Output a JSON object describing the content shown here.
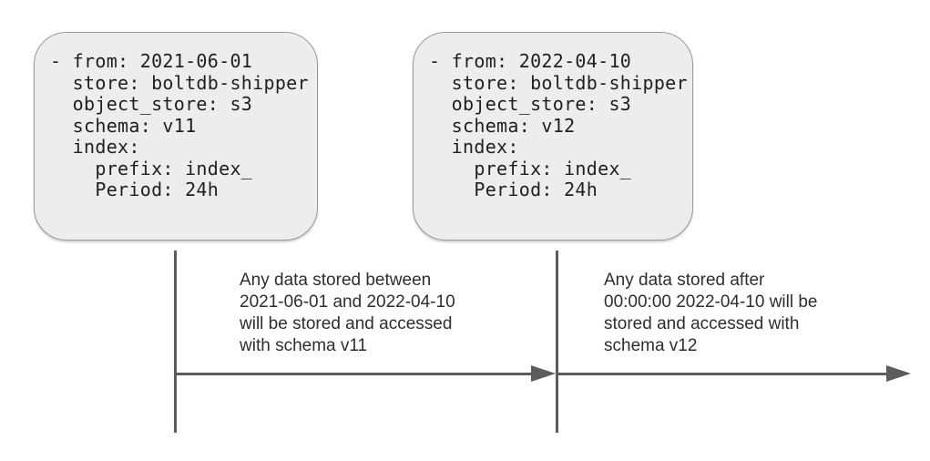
{
  "boxes": [
    {
      "code": "- from: 2021-06-01\n  store: boltdb-shipper\n  object_store: s3\n  schema: v11\n  index:\n    prefix: index_\n    Period: 24h"
    },
    {
      "code": "- from: 2022-04-10\n  store: boltdb-shipper\n  object_store: s3\n  schema: v12\n  index:\n    prefix: index_\n    Period: 24h"
    }
  ],
  "annotations": [
    {
      "text": "Any data stored between\n2021-06-01 and 2022-04-10\nwill be stored and accessed\nwith schema v11"
    },
    {
      "text": "Any data stored after\n00:00:00 2022-04-10 will be\nstored and accessed with\nschema v12"
    }
  ],
  "colors": {
    "background": "#ffffff",
    "box_fill": "#ededed",
    "box_border": "#999999",
    "code_text": "#1f1f1f",
    "annotation_text": "#2e2e2e",
    "line": "#5c5c5c"
  }
}
